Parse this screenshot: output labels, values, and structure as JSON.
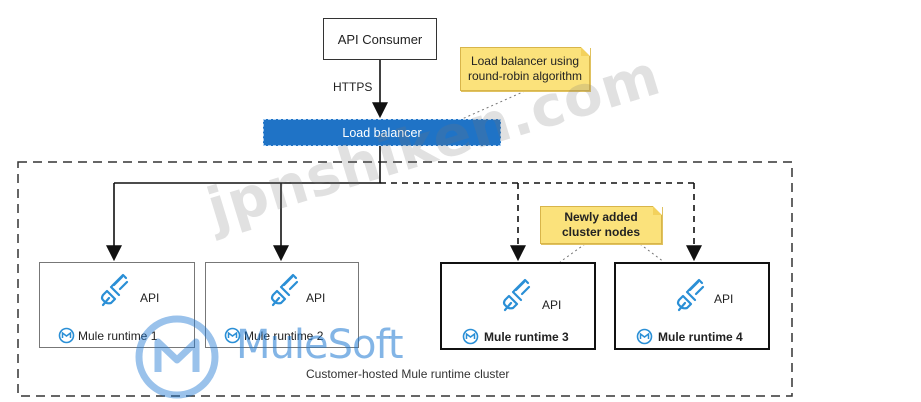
{
  "consumer": {
    "label": "API Consumer"
  },
  "protocol_label": "HTTPS",
  "load_balancer": {
    "label": "Load balancer"
  },
  "notes": {
    "load_balancer_note": [
      "Load balancer using",
      "round-robin algorithm"
    ],
    "new_nodes_note": [
      "Newly added",
      "cluster nodes"
    ]
  },
  "runtimes": [
    {
      "api_label": "API",
      "label": "Mule runtime 1",
      "newly_added": false
    },
    {
      "api_label": "API",
      "label": "Mule runtime 2",
      "newly_added": false
    },
    {
      "api_label": "API",
      "label": "Mule runtime 3",
      "newly_added": true
    },
    {
      "api_label": "API",
      "label": "Mule runtime 4",
      "newly_added": true
    }
  ],
  "cluster_label": "Customer-hosted Mule runtime cluster",
  "watermark_text": "jpnshiken.com",
  "logo_text": "MuleSoft",
  "colors": {
    "load_balancer": "#1f73c6",
    "note": "#fbe27b",
    "icon": "#2a8fd6",
    "watermark_logo": "#1e78d2"
  }
}
